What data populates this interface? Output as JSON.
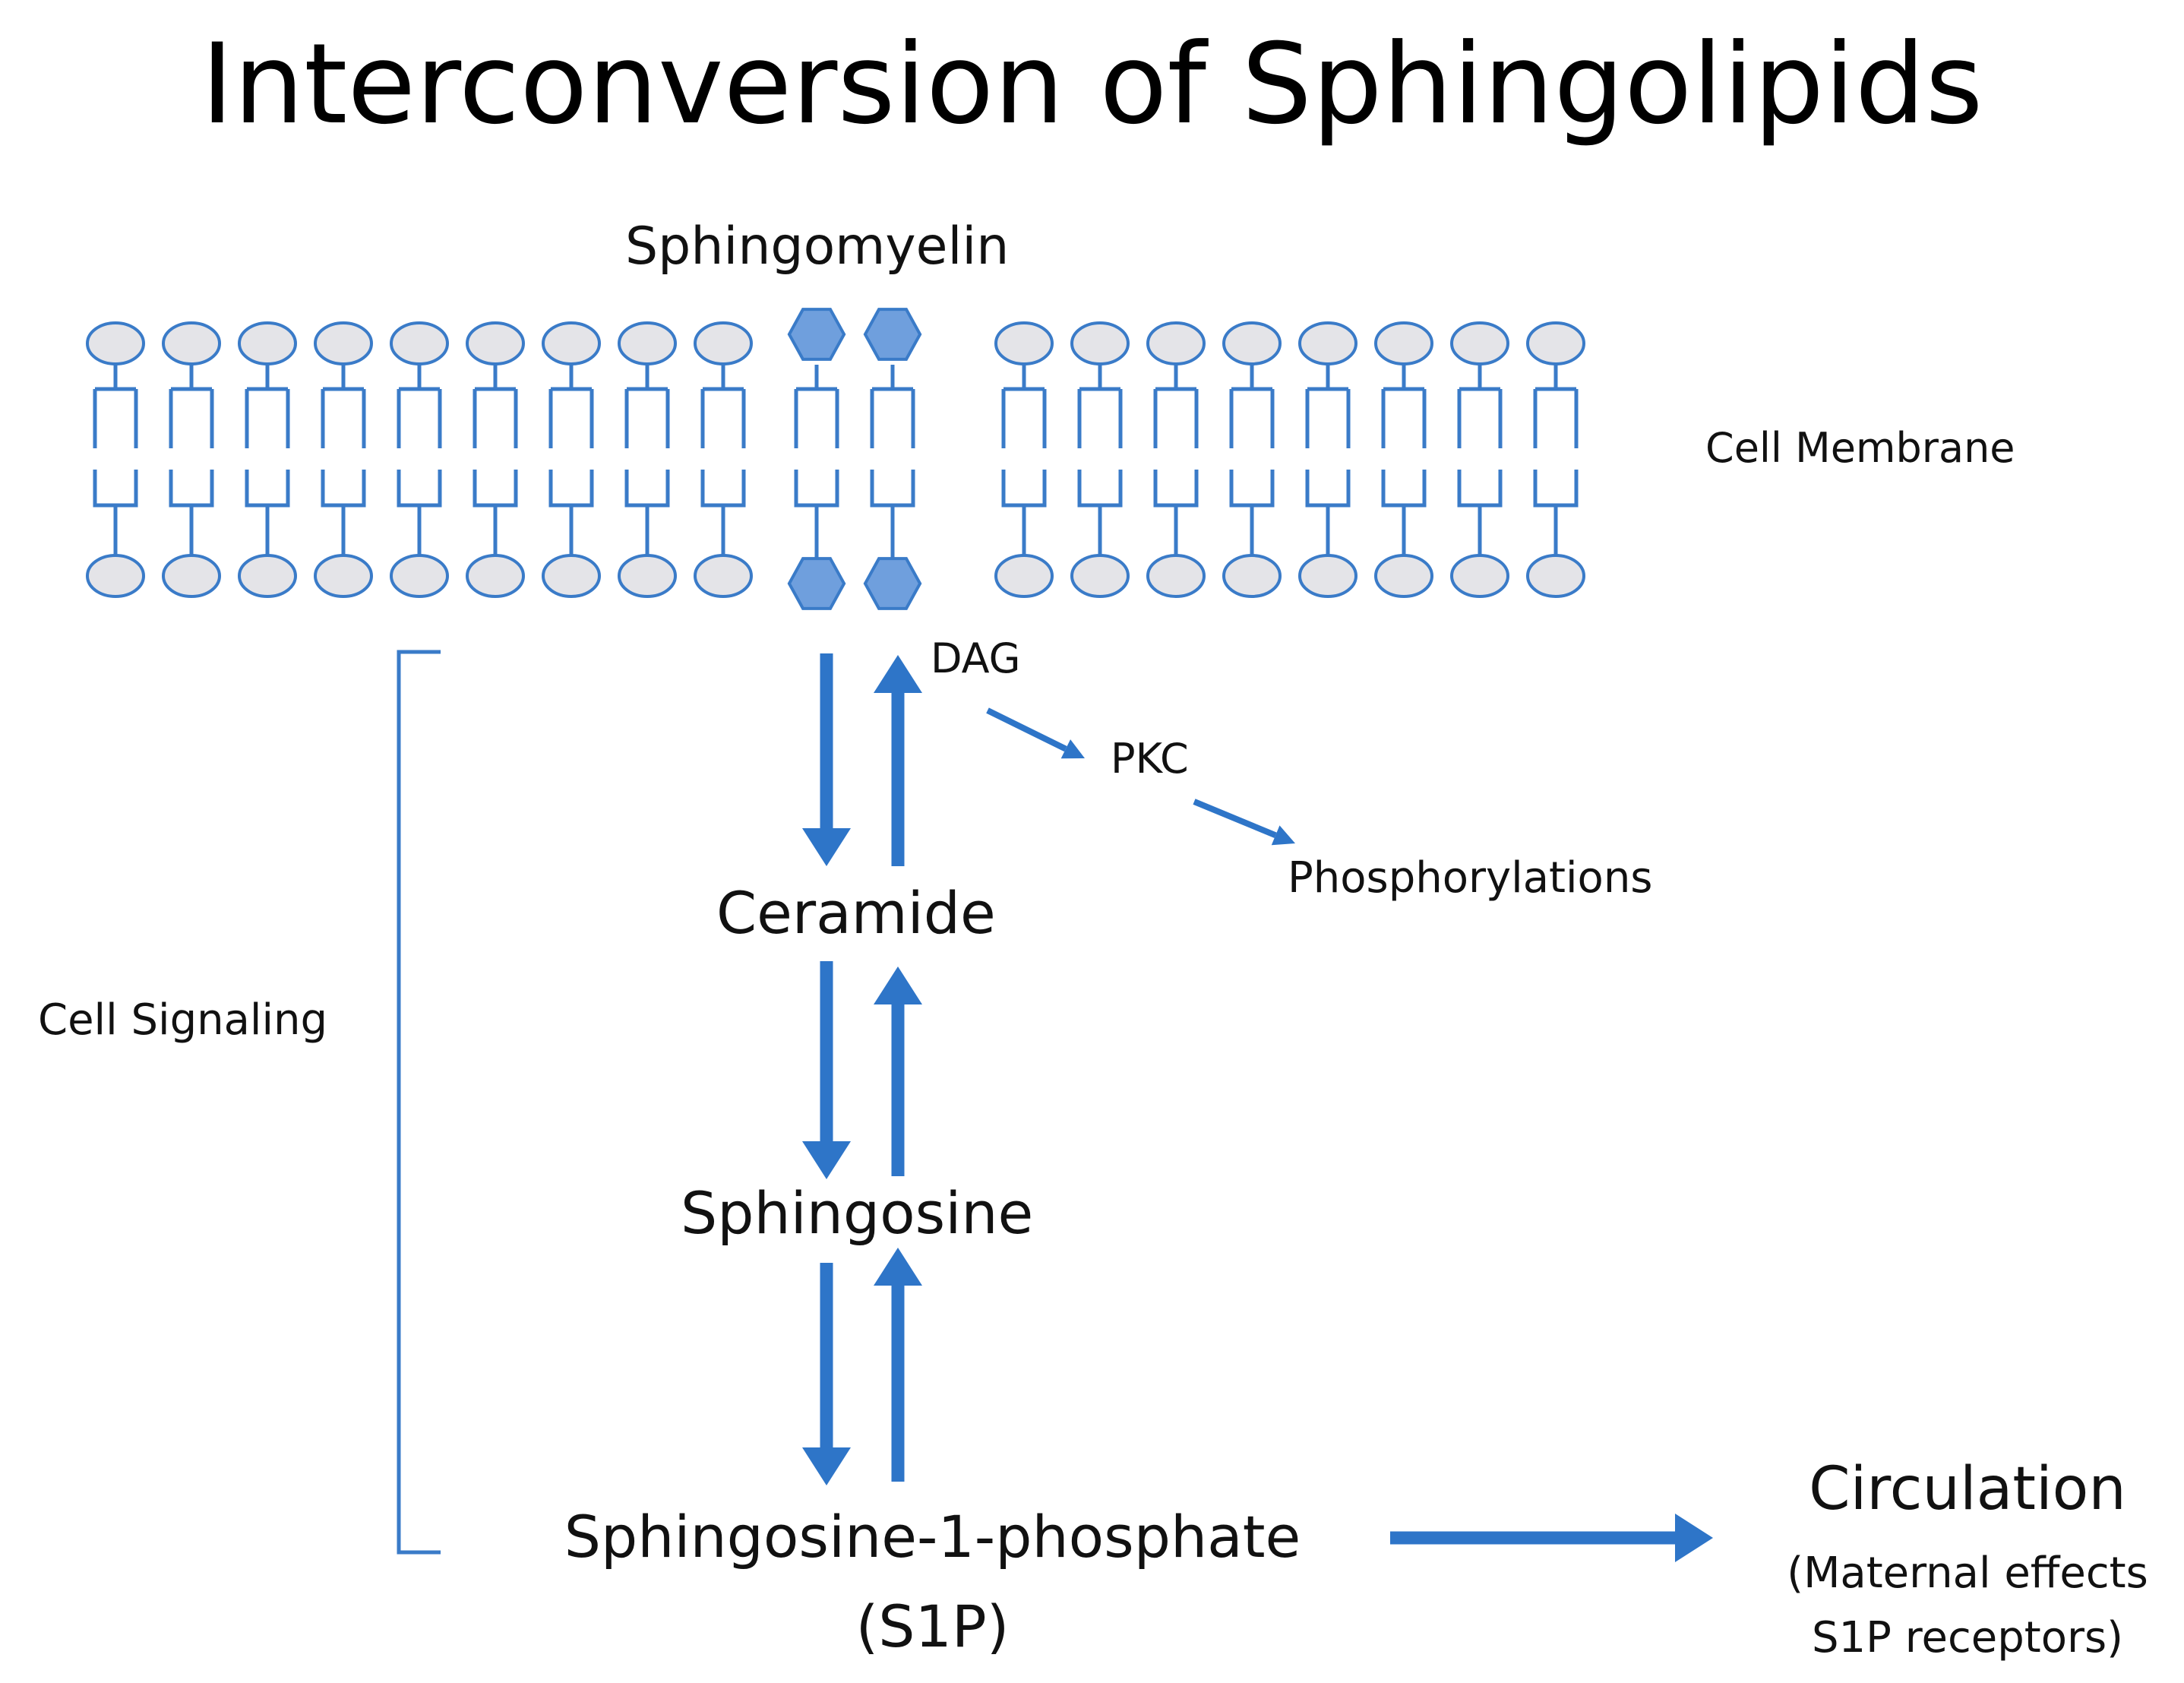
{
  "title": "Interconversion of Sphingolipids",
  "labels": {
    "sphingomyelin": "Sphingomyelin",
    "cell_membrane": "Cell Membrane",
    "dag": "DAG",
    "pkc": "PKC",
    "phosphorylations": "Phosphorylations",
    "ceramide": "Ceramide",
    "cell_signaling": "Cell Signaling",
    "sphingosine": "Sphingosine",
    "s1p": "Sphingosine-1-phosphate",
    "s1p_abbr": "(S1P)",
    "circulation": "Circulation",
    "circulation_note_1": "(Maternal effects",
    "circulation_note_2": "S1P receptors)"
  },
  "colors": {
    "arrow": "#2e75c8",
    "lipid_outline": "#3a7bc8",
    "lipid_head_fill": "#e4e4e8",
    "sphingomyelin_head_fill": "#6f9fdd",
    "text": "#111111"
  },
  "membrane": {
    "left_lipid_count": 9,
    "sphingomyelin_lipid_count": 2,
    "right_lipid_count": 8
  }
}
